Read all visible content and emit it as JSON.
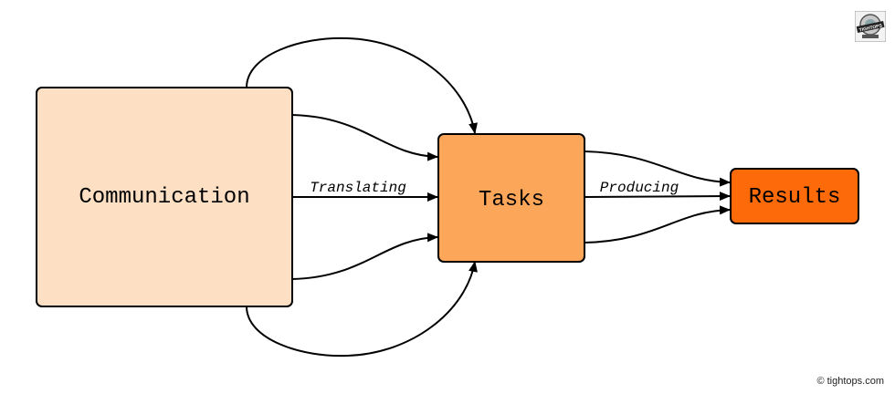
{
  "nodes": {
    "communication": {
      "label": "Communication",
      "fill": "#fde0c4"
    },
    "tasks": {
      "label": "Tasks",
      "fill": "#fca65a"
    },
    "results": {
      "label": "Results",
      "fill": "#fd6a0a"
    }
  },
  "edges": {
    "translating_label": "Translating",
    "producing_label": "Producing"
  },
  "footer": {
    "copyright": "© tightops.com"
  },
  "logo": {
    "text": "TIGHTOPS"
  }
}
